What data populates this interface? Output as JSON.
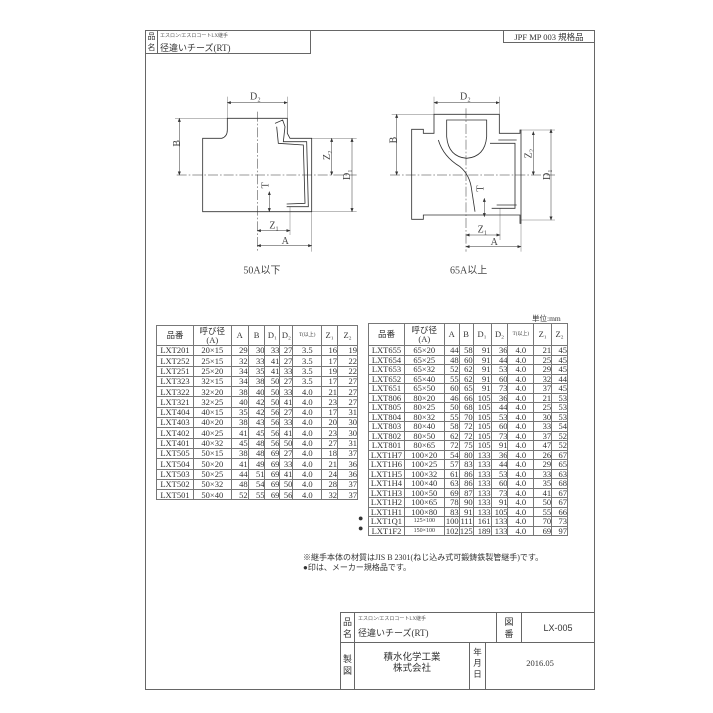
{
  "header": {
    "name_label": "品名",
    "series": "エスロン/エスロコートLX継手",
    "product": "径違いチーズ(RT)",
    "standard": "JPF MP 003 規格品"
  },
  "drawings": {
    "left": {
      "caption": "50A以下",
      "labels": {
        "d2": "D₂",
        "b": "B",
        "z2": "Z₂",
        "d1": "D₁",
        "t": "T",
        "z1": "Z₁",
        "a": "A"
      }
    },
    "right": {
      "caption": "65A以上",
      "labels": {
        "d2": "D₂",
        "b": "B",
        "z2": "Z₂",
        "d1": "D₁",
        "t": "T",
        "z1": "Z₁",
        "a": "A"
      }
    }
  },
  "unit": "単位:mm",
  "table_headers": [
    "品番",
    "呼び径\n(A)",
    "A",
    "B",
    "D₁",
    "D₂",
    "T(以上)",
    "Z₁",
    "Z₂"
  ],
  "table_left": [
    [
      "LXT201",
      "20×15",
      "29",
      "30",
      "33",
      "27",
      "3.5",
      "16",
      "19"
    ],
    [
      "LXT252",
      "25×15",
      "32",
      "33",
      "41",
      "27",
      "3.5",
      "17",
      "22"
    ],
    [
      "LXT251",
      "25×20",
      "34",
      "35",
      "41",
      "33",
      "3.5",
      "19",
      "22"
    ],
    [
      "LXT323",
      "32×15",
      "34",
      "38",
      "50",
      "27",
      "3.5",
      "17",
      "27"
    ],
    [
      "LXT322",
      "32×20",
      "38",
      "40",
      "50",
      "33",
      "4.0",
      "21",
      "27"
    ],
    [
      "LXT321",
      "32×25",
      "40",
      "42",
      "50",
      "41",
      "4.0",
      "23",
      "27"
    ],
    [
      "LXT404",
      "40×15",
      "35",
      "42",
      "56",
      "27",
      "4.0",
      "17",
      "31"
    ],
    [
      "LXT403",
      "40×20",
      "38",
      "43",
      "56",
      "33",
      "4.0",
      "20",
      "30"
    ],
    [
      "LXT402",
      "40×25",
      "41",
      "45",
      "56",
      "41",
      "4.0",
      "23",
      "30"
    ],
    [
      "LXT401",
      "40×32",
      "45",
      "48",
      "56",
      "50",
      "4.0",
      "27",
      "31"
    ],
    [
      "LXT505",
      "50×15",
      "38",
      "48",
      "69",
      "27",
      "4.0",
      "18",
      "37"
    ],
    [
      "LXT504",
      "50×20",
      "41",
      "49",
      "69",
      "33",
      "4.0",
      "21",
      "36"
    ],
    [
      "LXT503",
      "50×25",
      "44",
      "51",
      "69",
      "41",
      "4.0",
      "24",
      "36"
    ],
    [
      "LXT502",
      "50×32",
      "48",
      "54",
      "69",
      "50",
      "4.0",
      "28",
      "37"
    ],
    [
      "LXT501",
      "50×40",
      "52",
      "55",
      "69",
      "56",
      "4.0",
      "32",
      "37"
    ]
  ],
  "table_right": [
    {
      "mark": "",
      "cells": [
        "LXT655",
        "65×20",
        "44",
        "58",
        "91",
        "36",
        "4.0",
        "21",
        "45"
      ]
    },
    {
      "mark": "",
      "cells": [
        "LXT654",
        "65×25",
        "48",
        "60",
        "91",
        "44",
        "4.0",
        "25",
        "45"
      ]
    },
    {
      "mark": "",
      "cells": [
        "LXT653",
        "65×32",
        "52",
        "62",
        "91",
        "53",
        "4.0",
        "29",
        "45"
      ]
    },
    {
      "mark": "",
      "cells": [
        "LXT652",
        "65×40",
        "55",
        "62",
        "91",
        "60",
        "4.0",
        "32",
        "44"
      ]
    },
    {
      "mark": "",
      "cells": [
        "LXT651",
        "65×50",
        "60",
        "65",
        "91",
        "73",
        "4.0",
        "37",
        "45"
      ]
    },
    {
      "mark": "",
      "cells": [
        "LXT806",
        "80×20",
        "46",
        "66",
        "105",
        "36",
        "4.0",
        "21",
        "53"
      ]
    },
    {
      "mark": "",
      "cells": [
        "LXT805",
        "80×25",
        "50",
        "68",
        "105",
        "44",
        "4.0",
        "25",
        "53"
      ]
    },
    {
      "mark": "",
      "cells": [
        "LXT804",
        "80×32",
        "55",
        "70",
        "105",
        "53",
        "4.0",
        "30",
        "53"
      ]
    },
    {
      "mark": "",
      "cells": [
        "LXT803",
        "80×40",
        "58",
        "72",
        "105",
        "60",
        "4.0",
        "33",
        "54"
      ]
    },
    {
      "mark": "",
      "cells": [
        "LXT802",
        "80×50",
        "62",
        "72",
        "105",
        "73",
        "4.0",
        "37",
        "52"
      ]
    },
    {
      "mark": "",
      "cells": [
        "LXT801",
        "80×65",
        "72",
        "75",
        "105",
        "91",
        "4.0",
        "47",
        "52"
      ]
    },
    {
      "mark": "",
      "cells": [
        "LXT1H7",
        "100×20",
        "54",
        "80",
        "133",
        "36",
        "4.0",
        "26",
        "67"
      ]
    },
    {
      "mark": "",
      "cells": [
        "LXT1H6",
        "100×25",
        "57",
        "83",
        "133",
        "44",
        "4.0",
        "29",
        "65"
      ]
    },
    {
      "mark": "",
      "cells": [
        "LXT1H5",
        "100×32",
        "61",
        "86",
        "133",
        "53",
        "4.0",
        "33",
        "63"
      ]
    },
    {
      "mark": "",
      "cells": [
        "LXT1H4",
        "100×40",
        "63",
        "86",
        "133",
        "60",
        "4.0",
        "35",
        "68"
      ]
    },
    {
      "mark": "",
      "cells": [
        "LXT1H3",
        "100×50",
        "69",
        "87",
        "133",
        "73",
        "4.0",
        "41",
        "67"
      ]
    },
    {
      "mark": "",
      "cells": [
        "LXT1H2",
        "100×65",
        "78",
        "90",
        "133",
        "91",
        "4.0",
        "50",
        "67"
      ]
    },
    {
      "mark": "",
      "cells": [
        "LXT1H1",
        "100×80",
        "83",
        "91",
        "133",
        "105",
        "4.0",
        "55",
        "66"
      ]
    },
    {
      "mark": "●",
      "cells": [
        "LXT1Q1",
        "125×100",
        "100",
        "111",
        "161",
        "133",
        "4.0",
        "70",
        "73"
      ]
    },
    {
      "mark": "●",
      "cells": [
        "LXT1F2",
        "150×100",
        "102",
        "125",
        "189",
        "133",
        "4.0",
        "69",
        "97"
      ]
    }
  ],
  "notes": [
    "※継手本体の材質はJIS B 2301(ねじ込み式可鍛鋳鉄製管継手)です。",
    "●印は、メーカー規格品です。"
  ],
  "footer": {
    "name_label": "品名",
    "series": "エスロン/エスロコートLX継手",
    "product": "径違いチーズ(RT)",
    "drawing_no_label": "図番",
    "drawing_no": "LX-005",
    "maker_label": "製図",
    "maker_line1": "積水化学工業",
    "maker_line2": "株式会社",
    "date_label": "年月日",
    "date": "2016.05"
  }
}
